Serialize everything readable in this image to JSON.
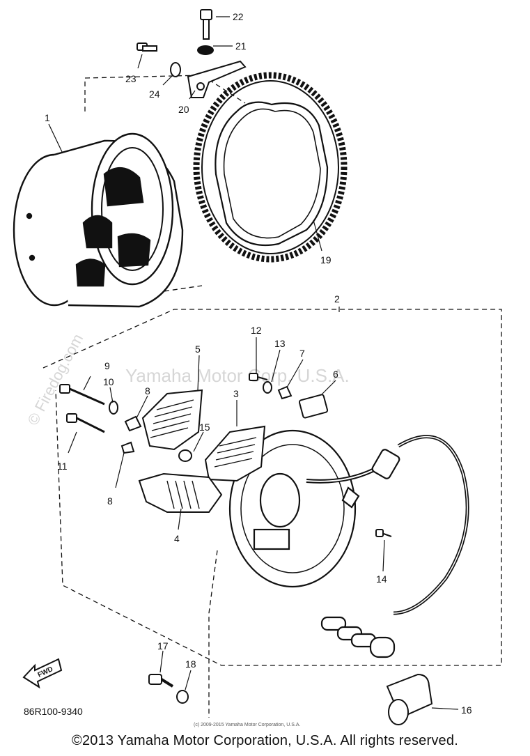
{
  "diagram": {
    "part_code": "86R100-9340",
    "fwd_label": "FWD",
    "footer_small": "(c) 2009-2015 Yamaha Motor Corporation, U.S.A.",
    "copyright": "©2013 Yamaha Motor Corporation, U.S.A. All rights reserved.",
    "watermark_center": "Yamaha Motor Corp. U.S.A.",
    "watermark_site": "© Firedog.com",
    "callouts": {
      "c1": "1",
      "c2": "2",
      "c3": "3",
      "c4": "4",
      "c5": "5",
      "c6": "6",
      "c7": "7",
      "c8a": "8",
      "c8b": "8",
      "c9": "9",
      "c10": "10",
      "c11": "11",
      "c12": "12",
      "c13": "13",
      "c14": "14",
      "c15": "15",
      "c16": "16",
      "c17": "17",
      "c18": "18",
      "c19": "19",
      "c20": "20",
      "c21": "21",
      "c22": "22",
      "c23": "23",
      "c24": "24"
    }
  }
}
